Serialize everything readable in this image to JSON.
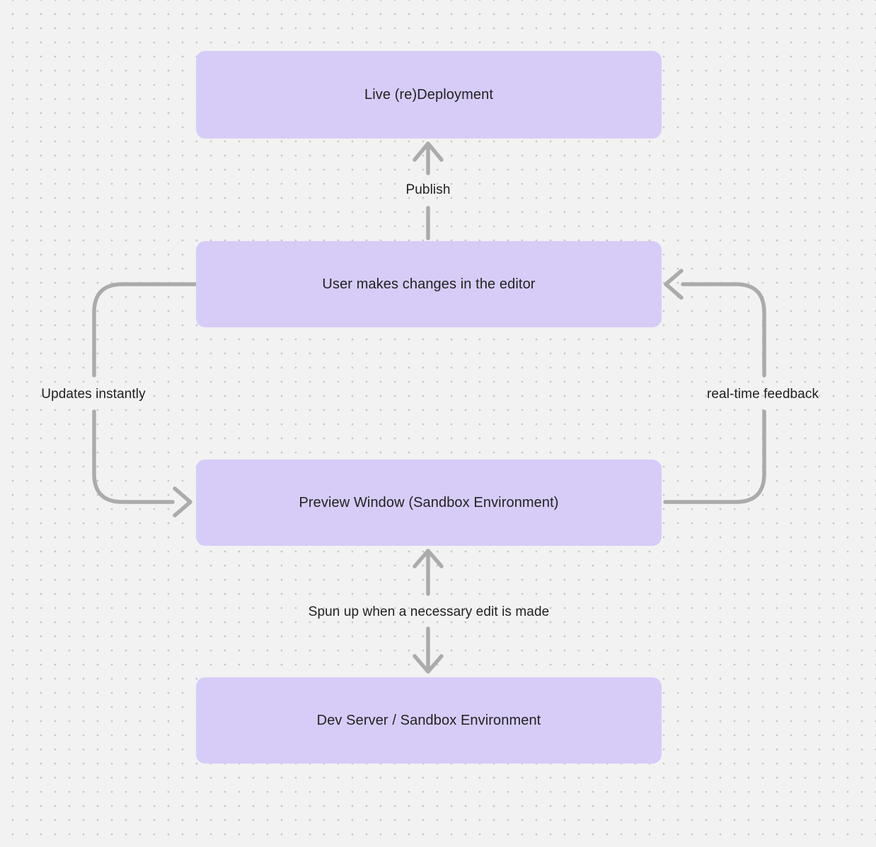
{
  "diagram": {
    "nodes": [
      {
        "id": "live-redeployment",
        "label": "Live (re)Deployment"
      },
      {
        "id": "user-edits",
        "label": "User makes changes in the editor"
      },
      {
        "id": "preview-window",
        "label": "Preview Window (Sandbox Environment)"
      },
      {
        "id": "dev-server",
        "label": "Dev Server / Sandbox Environment"
      }
    ],
    "edges": [
      {
        "from": "user-edits",
        "to": "live-redeployment",
        "label": "Publish",
        "direction": "up"
      },
      {
        "from": "user-edits",
        "to": "preview-window",
        "label": "Updates instantly",
        "direction": "left-loop"
      },
      {
        "from": "preview-window",
        "to": "user-edits",
        "label": "real-time feedback",
        "direction": "right-loop"
      },
      {
        "from": "preview-window",
        "to": "dev-server",
        "label": "Spun up when a necessary edit is made",
        "direction": "bidirectional"
      }
    ],
    "colors": {
      "background": "#F2F2F2",
      "dot": "#C7C7C7",
      "node_fill": "#D7CCF7",
      "node_text": "#222222",
      "arrow": "#ABABAB",
      "label_text": "#1F1F1F"
    }
  }
}
